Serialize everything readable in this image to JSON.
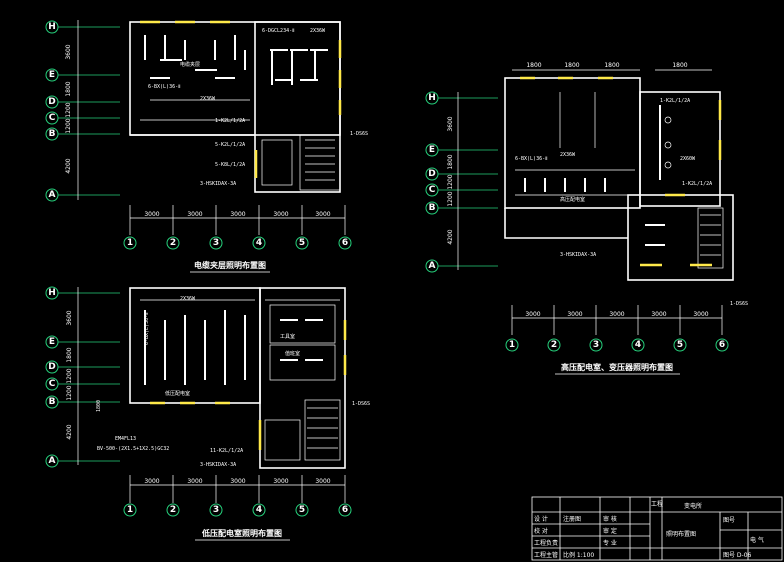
{
  "axes": {
    "rows": [
      "H",
      "E",
      "D",
      "C",
      "B",
      "A"
    ],
    "cols": [
      "1",
      "2",
      "3",
      "4",
      "5",
      "6"
    ],
    "col_span": "3000",
    "row_spans": [
      "3600",
      "1800",
      "1200",
      "1200",
      "4200"
    ]
  },
  "plans": [
    {
      "title": "电缆夹层照明布置图",
      "labels": [
        "6-BX(L)36-Ⅱ",
        "电缆夹层",
        "2X36W",
        "6-DGCL234-Ⅱ",
        "2X36W",
        "1-K2L/1/2A",
        "5-K8L/1/2A",
        "1-DS6S",
        "3-HSKIDAX-3A",
        "5-K2L/1/2A"
      ]
    },
    {
      "title": "高压配电室、变压器照明布置图",
      "labels": [
        "1800",
        "1800",
        "1800",
        "1800",
        "1-K2L/1/2A",
        "1-K2L/1/2A",
        "6-BX(L)36-Ⅱ",
        "2X36W",
        "高压配电室",
        "3-HSKIDAX-3A",
        "2X60W",
        "1-DS6S"
      ]
    },
    {
      "title": "低压配电室照明布置图",
      "labels": [
        "6-BX(L)36-Ⅱ",
        "2X36W",
        "低压配电室",
        "工具室",
        "值班室",
        "EM4FL13",
        "BV-500-(2X1.5+1X2.5)GC32",
        "1800",
        "1-DS6S",
        "3-HSKIDAX-3A",
        "11-K2L/1/2A"
      ]
    }
  ],
  "title_block": {
    "project": "变电所",
    "drawing": "照明布置图",
    "col_labels": [
      "工程",
      "图号"
    ],
    "rows": [
      [
        "设  计",
        "注册图",
        "审 核"
      ],
      [
        "校  对",
        "审 定"
      ],
      [
        "工程负责",
        "专 业",
        "电 气"
      ],
      [
        "工程主管",
        "比例 1:100",
        "图号 D-06"
      ]
    ]
  }
}
